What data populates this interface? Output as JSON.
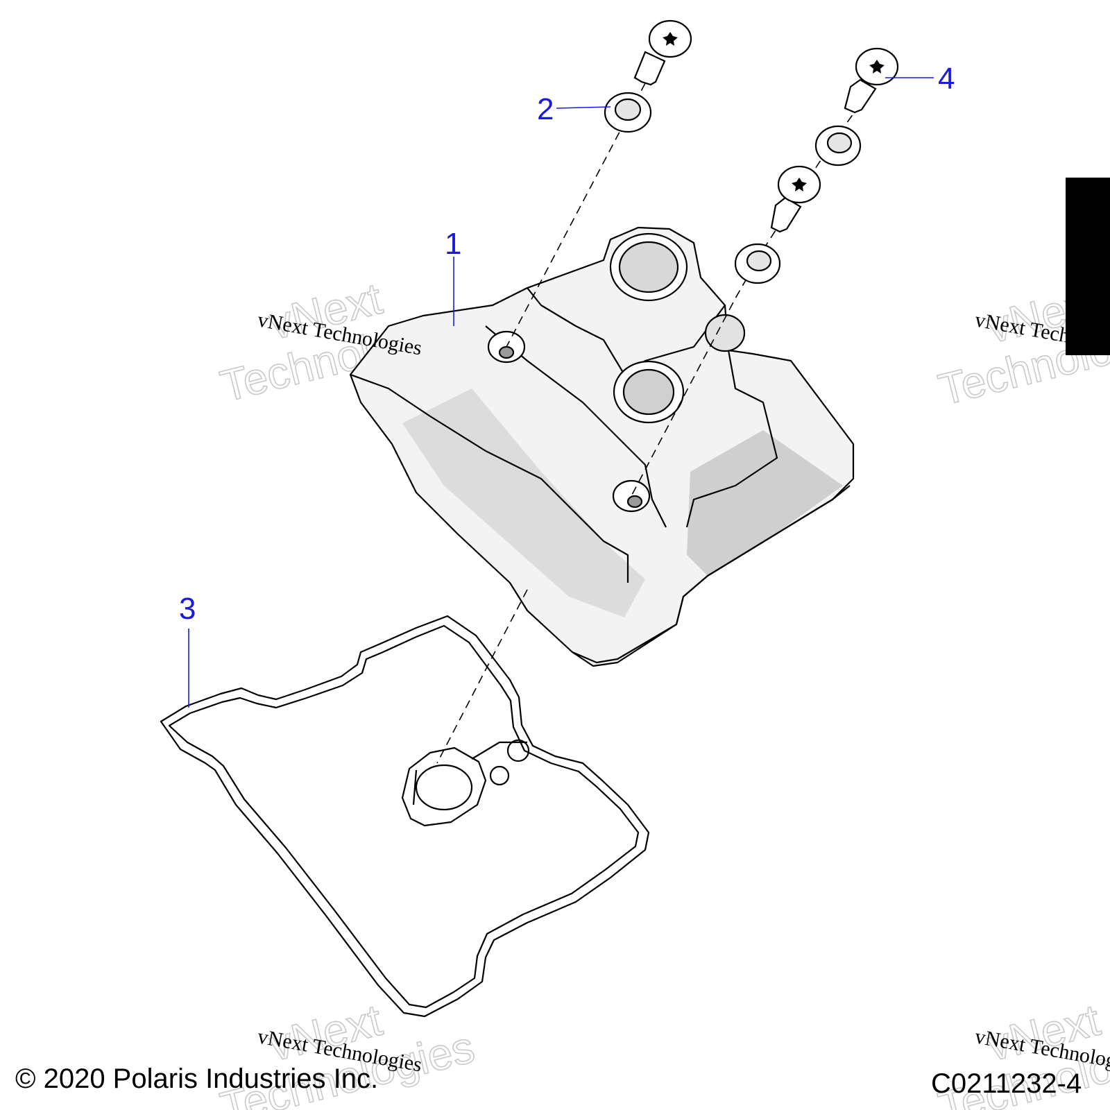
{
  "diagram": {
    "callouts": [
      {
        "id": "1",
        "label": "1"
      },
      {
        "id": "2",
        "label": "2"
      },
      {
        "id": "3",
        "label": "3"
      },
      {
        "id": "4",
        "label": "4"
      }
    ],
    "callout_color": "#1a1adc",
    "line_color": "#000000",
    "cover_fill": "#f3f3f3",
    "cover_shade": "#cfcfcf"
  },
  "watermark": {
    "small_text": "vNext Technologies",
    "big_line1": "vNext",
    "big_line2": "Technologies",
    "big_color": "#c9c9c9"
  },
  "footer": {
    "copyright": "© 2020 Polaris Industries Inc.",
    "figure_code": "C0211232-4"
  }
}
